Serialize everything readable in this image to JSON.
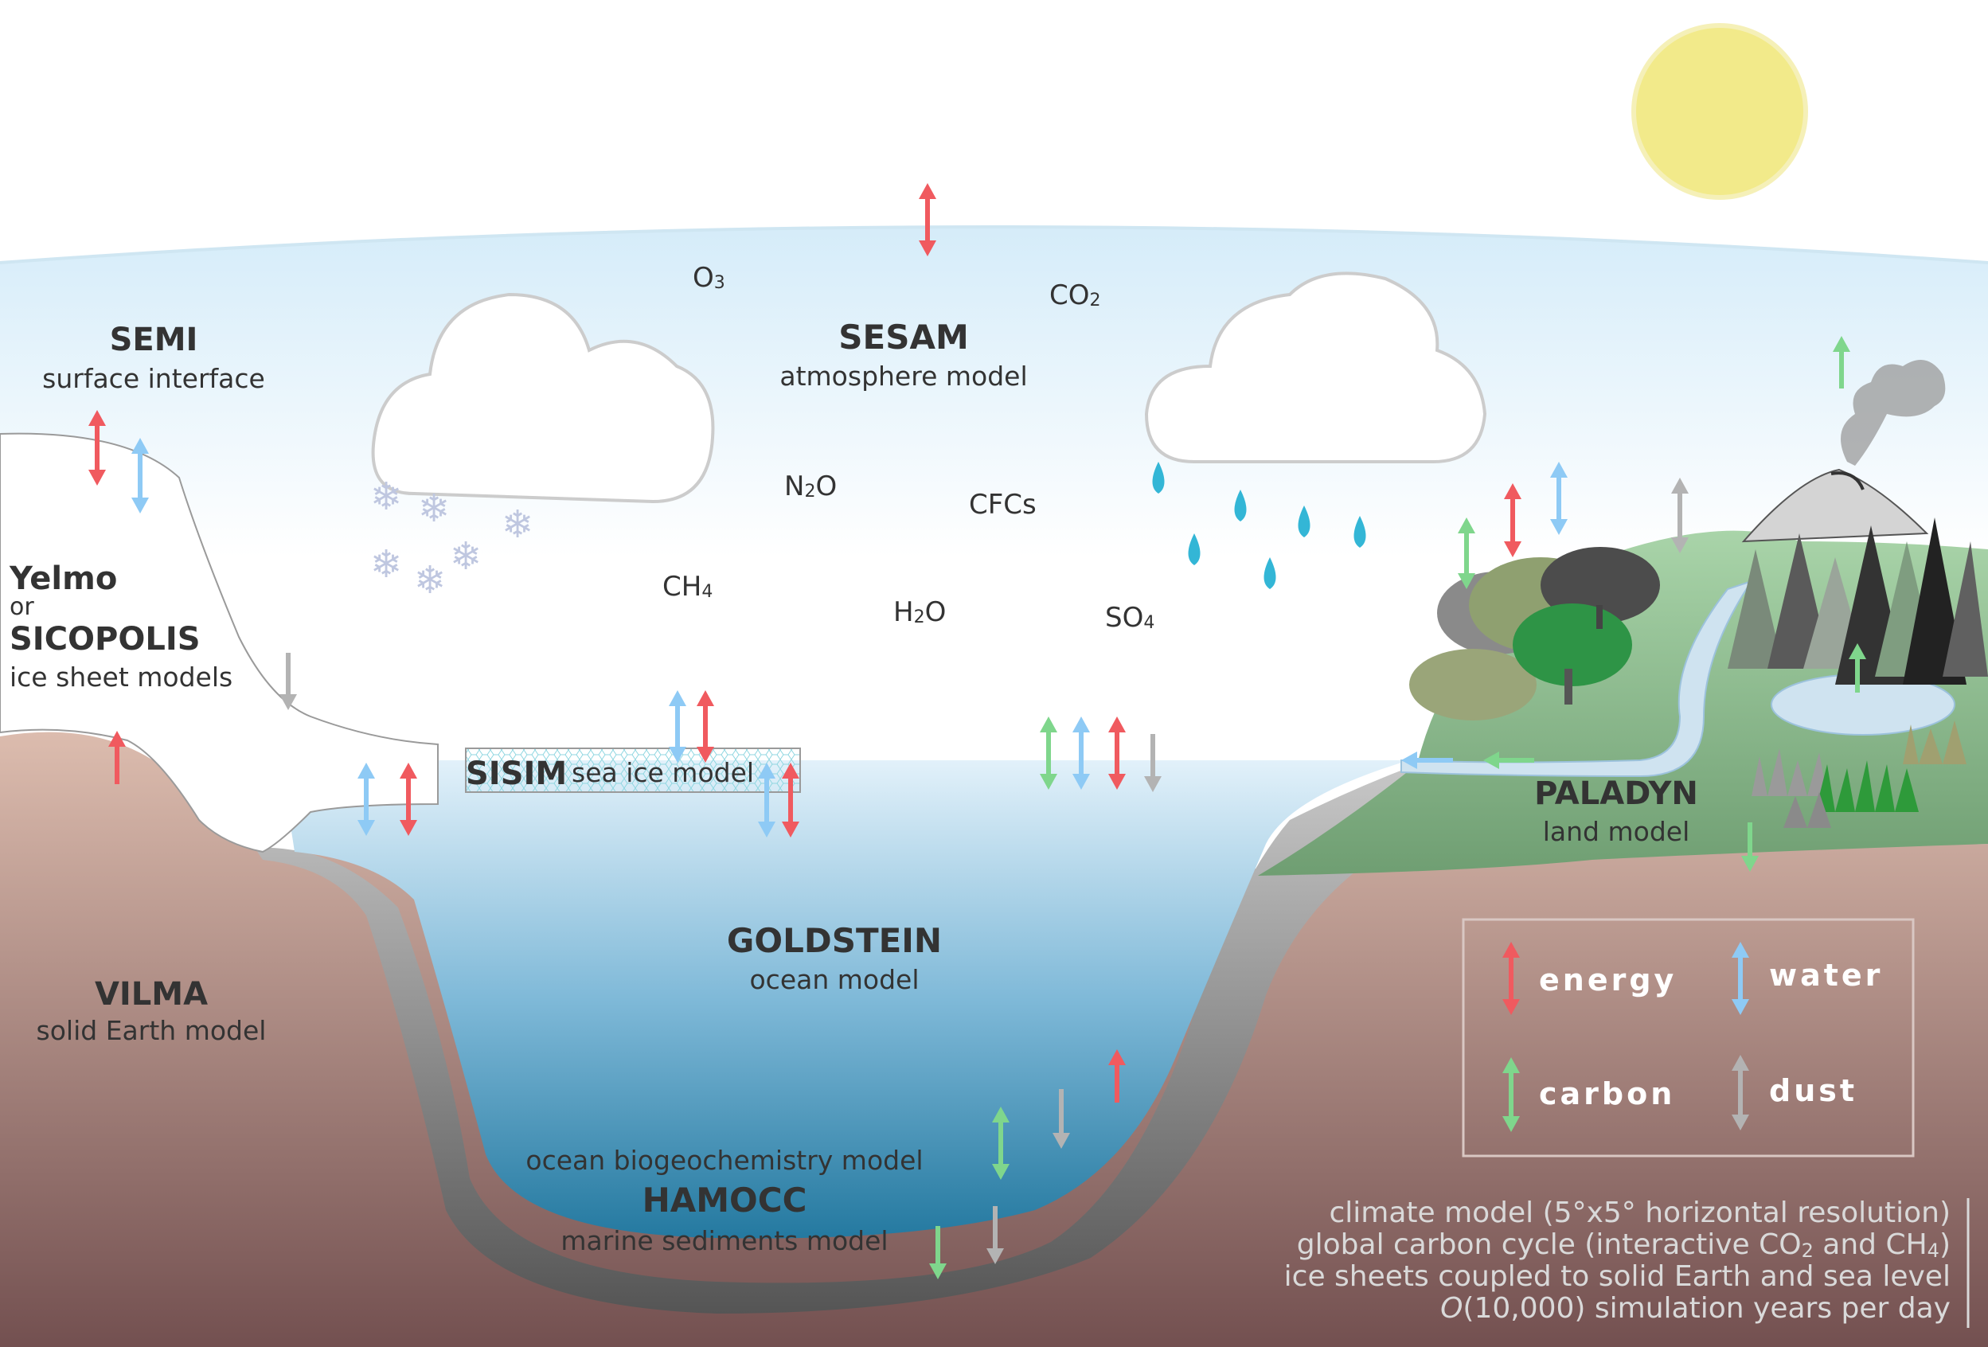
{
  "colors": {
    "energy": "#f05a5f",
    "water": "#8ecaf5",
    "carbon": "#7fd68c",
    "dust": "#b3b3b3",
    "sun": "#f2e97a",
    "ocean_top": "#d6ebf7",
    "ocean_bottom": "#2e7fa3",
    "earth_top": "#d7b4a6",
    "earth_bottom": "#7a5252",
    "land": "#8fbf8f"
  },
  "models": {
    "semi": {
      "name": "SEMI",
      "desc": "surface interface"
    },
    "sesam": {
      "name": "SESAM",
      "desc": "atmosphere model"
    },
    "yelmo": {
      "name": "Yelmo",
      "or": "or",
      "name2": "SICOPOLIS",
      "desc": "ice sheet models"
    },
    "sisim": {
      "name": "SISIM",
      "desc": "sea ice model"
    },
    "goldstein": {
      "name": "GOLDSTEIN",
      "desc": "ocean model"
    },
    "vilma": {
      "name": "VILMA",
      "desc": "solid Earth model"
    },
    "paladyn": {
      "name": "PALADYN",
      "desc": "land model"
    },
    "hamocc": {
      "name": "HAMOCC",
      "desc_top": "ocean biogeochemistry model",
      "desc_bottom": "marine sediments model"
    }
  },
  "gases": [
    {
      "base": "O",
      "sub": "3"
    },
    {
      "base": "CO",
      "sub": "2"
    },
    {
      "base": "N",
      "sub": "2",
      "tail": "O"
    },
    {
      "base": "CFCs",
      "sub": ""
    },
    {
      "base": "CH",
      "sub": "4"
    },
    {
      "base": "H",
      "sub": "2",
      "tail": "O"
    },
    {
      "base": "SO",
      "sub": "4"
    }
  ],
  "legend": {
    "energy": "energy",
    "water": "water",
    "carbon": "carbon",
    "dust": "dust"
  },
  "info_lines": {
    "line1": "climate model (5°x5° horizontal resolution)",
    "line2_a": "global carbon cycle (interactive CO",
    "line2_sub1": "2",
    "line2_b": " and CH",
    "line2_sub2": "4",
    "line2_c": ")",
    "line3": "ice sheets coupled to solid Earth and sea level",
    "line4_italic": "O",
    "line4_rest": "(10,000) simulation years per day"
  }
}
